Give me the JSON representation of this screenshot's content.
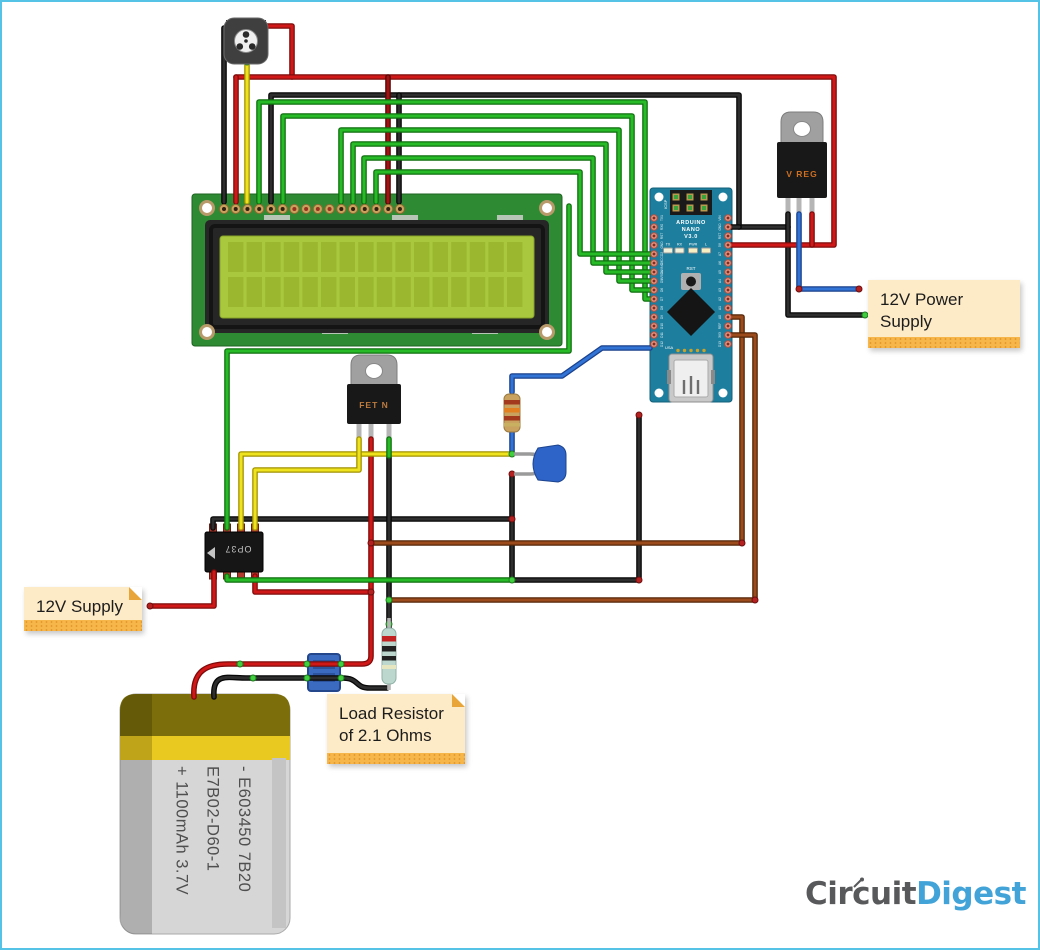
{
  "notes": {
    "power_supply": {
      "line1": "12V Power",
      "line2": "Supply"
    },
    "supply": {
      "line1": "12V Supply"
    },
    "load_resistor": {
      "line1": "Load Resistor",
      "line2": "of 2.1 Ohms"
    }
  },
  "battery": {
    "line1": "- E603450 7B20",
    "line2": "E7B02-D60-1",
    "line3": "+ 1100mAh 3.7V"
  },
  "components": {
    "vreg_label": "V REG",
    "fet_label": "FET N",
    "opto_label": "OP37",
    "nano": {
      "brand": "ARDUINO",
      "model": "NANO",
      "version": "V3.0",
      "icsp": "ICSP",
      "rst": "RST",
      "usa": "USA",
      "site": "ARDUINO.CC",
      "leds": [
        "TX",
        "RX",
        "PWR",
        "L"
      ],
      "right_pins": [
        "VIN",
        "GND",
        "RST",
        "5V",
        "A7",
        "A6",
        "A5",
        "A4",
        "A3",
        "A2",
        "A1",
        "A0",
        "REF",
        "3V3",
        "D13"
      ],
      "left_pins": [
        "TX1",
        "RX0",
        "RST",
        "GND",
        "D2",
        "D3",
        "D4",
        "D5",
        "D6",
        "D7",
        "D8",
        "D9",
        "D10",
        "D11",
        "D12"
      ]
    }
  },
  "logo": {
    "part1": "Circuit",
    "part2": "Digest"
  },
  "colors": {
    "border": "#54c3e6",
    "note_bg": "#fdeac6",
    "note_strip": "#f6b64a",
    "wire_red": "#d01818",
    "wire_green": "#28bb28",
    "wire_yellow": "#efe21e",
    "wire_blue": "#3273d6",
    "wire_brown": "#9c4b1d",
    "wire_black": "#2e2e2e",
    "nano_board": "#1d7e9e",
    "lcd_board": "#2e8b33",
    "lcd_screen": "#a9c83d",
    "logo_blue": "#41a3d8"
  }
}
